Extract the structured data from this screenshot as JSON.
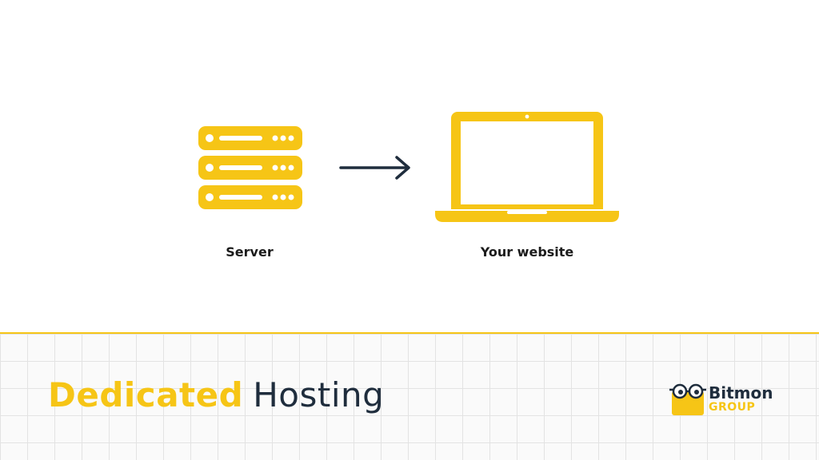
{
  "diagram": {
    "server_label": "Server",
    "website_label": "Your website"
  },
  "footer": {
    "title_word1": "Dedicated",
    "title_word2": "Hosting",
    "brand_line1": "Bitmon",
    "brand_line2": "GROUP"
  },
  "colors": {
    "accent": "#f6c516",
    "text_dark": "#1f2d3d",
    "arrow": "#1f2d3d"
  },
  "icons": [
    "server-icon",
    "arrow-right-icon",
    "laptop-icon",
    "logo-icon"
  ]
}
